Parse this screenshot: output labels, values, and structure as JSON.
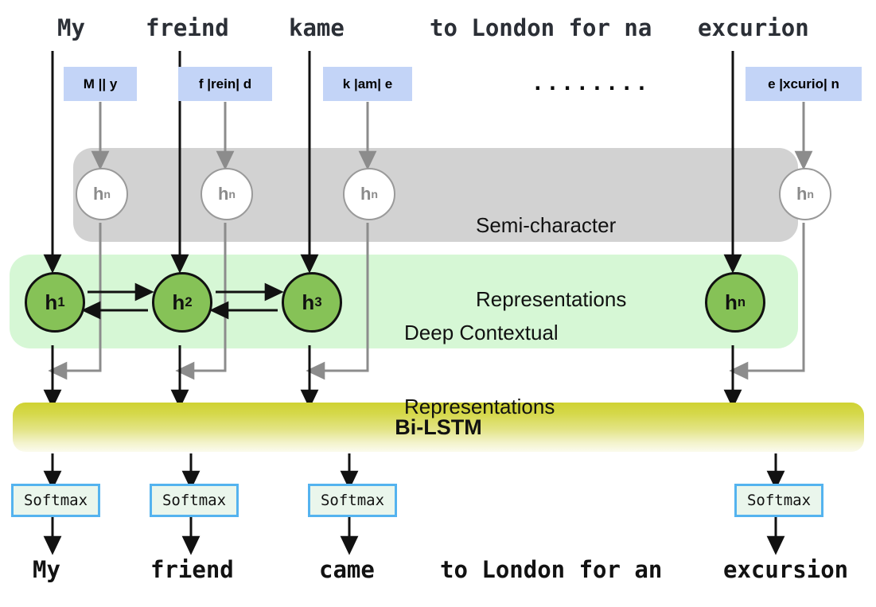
{
  "figure": {
    "type": "diagram",
    "title": "Semi-character + Deep contextual representation spelling correction model"
  },
  "input_sentence": {
    "segments": [
      "My",
      "freind",
      "kame",
      "to London for na",
      "excurion"
    ],
    "full_text": "My   freind   kame    to London for na  excurion"
  },
  "output_sentence": {
    "segments": [
      "My",
      "friend",
      "came",
      "to London for an",
      "excursion"
    ],
    "full_text": "My   friend   came   to London for an  excursion"
  },
  "semi_character_chips": [
    {
      "text": "M || y"
    },
    {
      "text": "f |rein| d"
    },
    {
      "text": "k |am| e"
    },
    {
      "text": "e |xcurio| n"
    }
  ],
  "ellipsis": "........",
  "bands": [
    {
      "id": "semi-character",
      "title_line1": "Semi-character",
      "title_line2": "Representations",
      "color": "#d2d2d2",
      "node_labels": [
        "h",
        "h",
        "h",
        "h"
      ],
      "node_subscripts": [
        "n",
        "n",
        "n",
        "n"
      ]
    },
    {
      "id": "deep-contextual",
      "title_line1": "Deep Contextual",
      "title_line2": "Representations",
      "color": "#d6f7d5",
      "node_labels": [
        "h",
        "h",
        "h",
        "h"
      ],
      "node_subscripts": [
        "1",
        "2",
        "3",
        "n"
      ]
    }
  ],
  "bilstm": {
    "label": "Bi-LSTM",
    "gradient_top": "#cfd232",
    "gradient_bottom": "#fbfbee"
  },
  "softmax": {
    "label": "Softmax",
    "count": 4,
    "border_color": "#54b3ef",
    "fill_color": "#eaf6ec"
  },
  "colors": {
    "chip_blue": "#c3d4f7",
    "node_green": "#86c257",
    "band_gray": "#d2d2d2",
    "band_green": "#d6f7d5",
    "wire_black": "#111111",
    "wire_gray": "#8c8c8c"
  }
}
